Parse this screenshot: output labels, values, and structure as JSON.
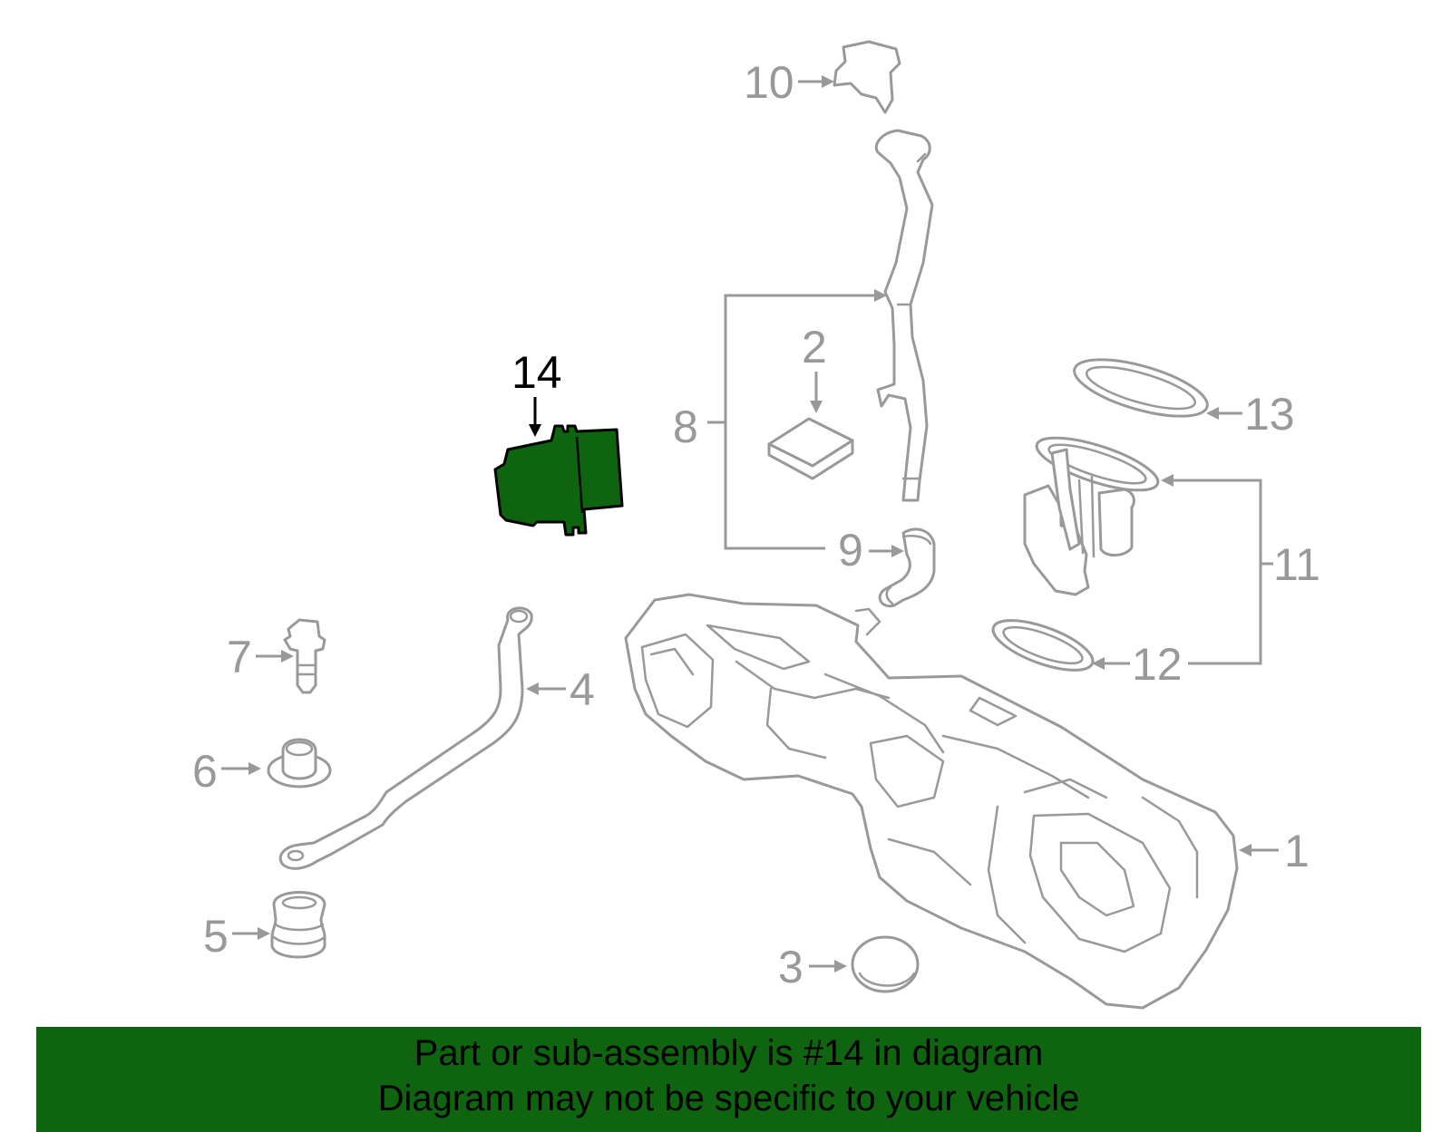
{
  "diagram": {
    "highlight_color": "#0f650f",
    "line_color": "#999999",
    "highlighted_part": "14",
    "callouts": {
      "c1": "1",
      "c2": "2",
      "c3": "3",
      "c4": "4",
      "c5": "5",
      "c6": "6",
      "c7": "7",
      "c8": "8",
      "c9": "9",
      "c10": "10",
      "c11": "11",
      "c12": "12",
      "c13": "13",
      "c14": "14"
    }
  },
  "banner": {
    "line1": "Part or sub-assembly is #14 in diagram",
    "line2": "Diagram may not be specific to your vehicle",
    "background": "#0f650f"
  }
}
